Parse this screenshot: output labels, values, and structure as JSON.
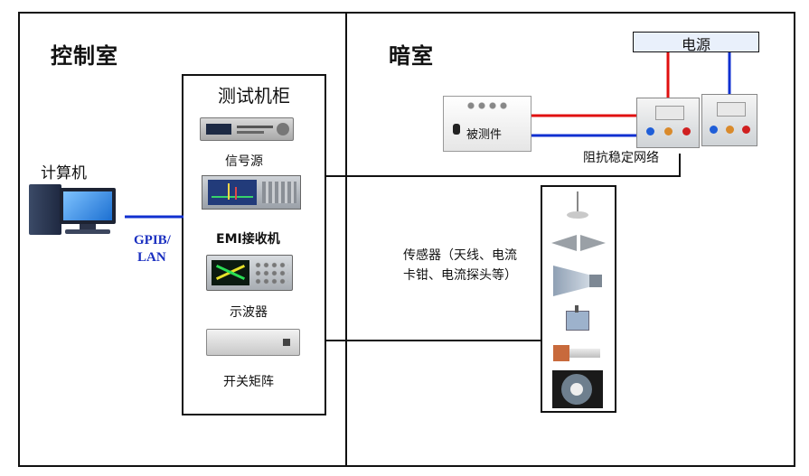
{
  "rooms": {
    "control_room": "控制室",
    "anechoic_room": "暗室"
  },
  "cabinet": {
    "title": "测试机柜",
    "items": [
      {
        "label": "信号源"
      },
      {
        "label": "EMI接收机"
      },
      {
        "label": "示波器"
      },
      {
        "label": "开关矩阵"
      }
    ]
  },
  "computer": {
    "label": "计算机",
    "link_label_1": "GPIB/",
    "link_label_2": "LAN"
  },
  "power": {
    "label": "电源"
  },
  "dut": {
    "label": "被测件"
  },
  "lisn": {
    "label": "阻抗稳定网络"
  },
  "sensors": {
    "label_line1": "传感器（天线、电流",
    "label_line2": "卡钳、电流探头等）"
  },
  "colors": {
    "positive_wire": "#e01010",
    "negative_wire": "#1030d0",
    "gpib_link": "#1030d0",
    "gpib_text": "#1a2fc0",
    "border": "#111111"
  }
}
